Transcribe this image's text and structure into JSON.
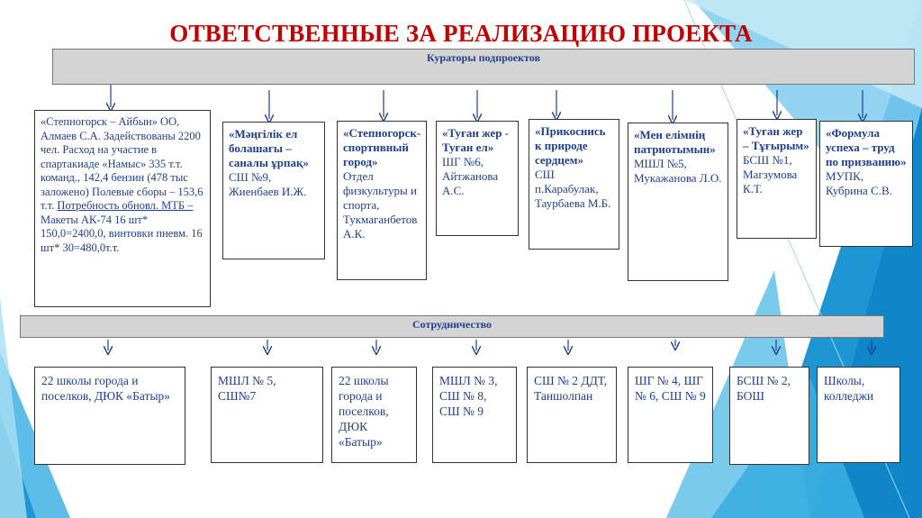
{
  "title": "ОТВЕТСТВЕННЫЕ ЗА РЕАЛИЗАЦИЮ ПРОЕКТА",
  "bars": {
    "curators": "Кураторы подпроектов",
    "cooperation": "Сотрудничество"
  },
  "colors": {
    "title": "#c00000",
    "text": "#1f3f8f",
    "bar": "#d4d4d4",
    "accent": "#29a3dc"
  },
  "projects": [
    {
      "title": "",
      "lines": [
        "«Степногорск – Айбын» ОО, Алмаев С.А. Задействованы 2200 чел. Расход на участие в спартакиаде «Намыс» 335 т.т. команд., 142,4 бензин (478 тыс заложено) Полевые сборы – 153,6 т.т."
      ],
      "underlined": "Потребность обновл. МТБ –",
      "tail": " Макеты АК-74 16 шт* 150,0=2400,0, винтовки пневм. 16 шт* 30=480,0т.т."
    },
    {
      "title": "«Мәңгілік ел болашағы – саналы ұрпақ»",
      "body": "СШ №9, Жиенбаев И.Ж."
    },
    {
      "title": "«Степногорск-спортивный город»",
      "body": "Отдел физкультуры и спорта, Тукмаганбетов А.К."
    },
    {
      "title": "«Туған жер - Туған ел»",
      "body": "ШГ №6, Айтжанова А.С."
    },
    {
      "title": "«Прикоснись к природе сердцем»",
      "body": "СШ п.Карабулак, Таурбаева М.Б."
    },
    {
      "title": "«Мен елімнің патриотымын»",
      "body": "МШЛ №5, Мукажанова Л.О."
    },
    {
      "title": "«Туған жер – Тұғырым»",
      "body": "БСШ №1, Магзумова К.Т."
    },
    {
      "title": "«Формула успеха – труд по призванию»",
      "body": "МУПК, Кубрина С.В."
    }
  ],
  "partners": [
    "22 школы города и поселков, ДЮК «Батыр»",
    "МШЛ № 5, СШ№7",
    "22 школы города и поселков, ДЮК «Батыр»",
    "МШЛ № 3, СШ № 8, СШ № 9",
    "СШ № 2 ДДТ, Таншолпан",
    "ШГ № 4, ШГ № 6, СШ № 9",
    "БСШ № 2, БОШ",
    "Школы, колледжи"
  ]
}
